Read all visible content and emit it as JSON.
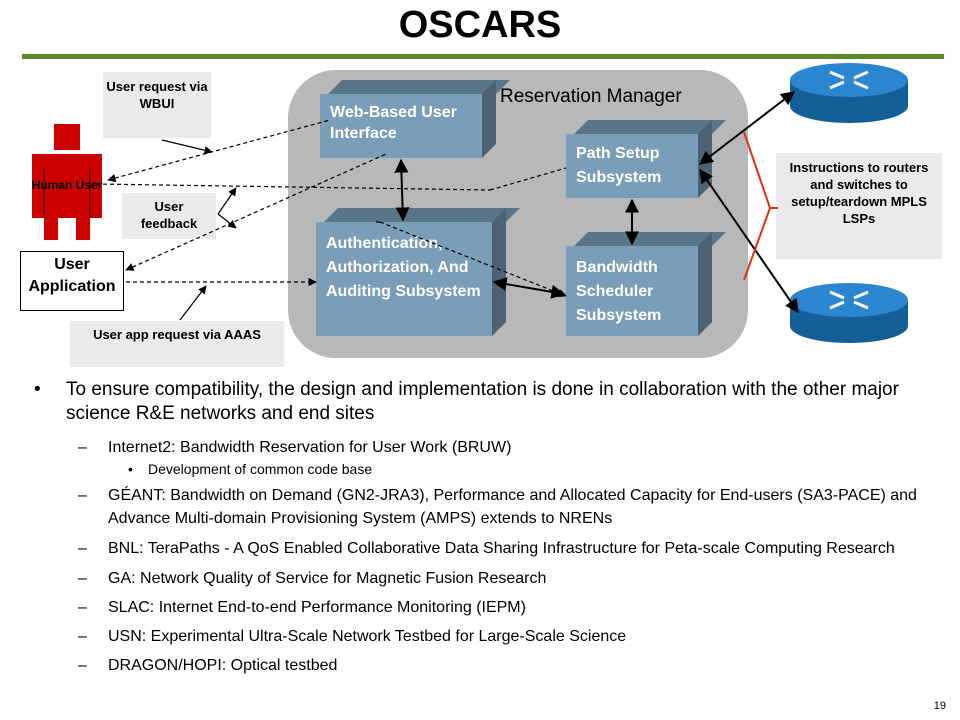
{
  "title": "OSCARS",
  "diagram": {
    "reservation_manager": "Reservation Manager",
    "boxes": {
      "web": "Web-Based User Interface",
      "aaa": "Authentication, Authorization, And Auditing Subsystem",
      "path": "Path Setup Subsystem",
      "bw": "Bandwidth Scheduler Subsystem"
    },
    "callouts": {
      "user_request": "User request via WBUI",
      "user_feedback": "User feedback",
      "user_app_request": "User app request via AAAS",
      "instructions": "Instructions to routers and switches to setup/teardown MPLS LSPs"
    },
    "human_user": "Human User",
    "user_application": "User Application",
    "icons": [
      "human-user-icon",
      "router-icon"
    ],
    "colors": {
      "box": "#7a9db8",
      "panel": "#b8b8b8",
      "rule": "#5c8a2a",
      "human": "#cc0000",
      "router": "#1f7bc4",
      "callout_bracket": "#e03010"
    }
  },
  "bullets": {
    "main": "To ensure compatibility, the design and implementation is done in collaboration with the other major science R&E networks and end sites",
    "items": [
      {
        "text": "Internet2: Bandwidth Reservation for User Work (BRUW)",
        "sub": "Development of common code base"
      },
      {
        "text": "GÉANT: Bandwidth on Demand (GN2-JRA3), Performance and Allocated Capacity for End-users (SA3-PACE) and Advance Multi-domain Provisioning System (AMPS) extends to NRENs"
      },
      {
        "text": "BNL: TeraPaths - A QoS Enabled Collaborative Data Sharing Infrastructure for Peta-scale Computing Research"
      },
      {
        "text": "GA: Network Quality of Service for Magnetic Fusion Research"
      },
      {
        "text": "SLAC: Internet End-to-end Performance Monitoring (IEPM)"
      },
      {
        "text": "USN: Experimental Ultra-Scale Network Testbed for Large-Scale Science"
      },
      {
        "text": "DRAGON/HOPI: Optical testbed"
      }
    ]
  },
  "page_number": "19"
}
